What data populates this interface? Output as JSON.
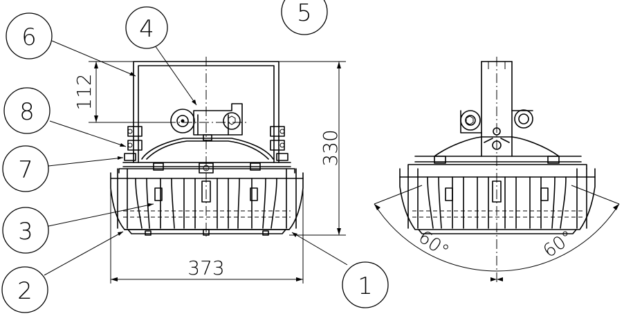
{
  "balloons": [
    {
      "key": "b5",
      "label": "5"
    },
    {
      "key": "b6",
      "label": "6"
    },
    {
      "key": "b4",
      "label": "4"
    },
    {
      "key": "b8",
      "label": "8"
    },
    {
      "key": "b7",
      "label": "7"
    },
    {
      "key": "b3",
      "label": "3"
    },
    {
      "key": "b2",
      "label": "2"
    },
    {
      "key": "b1",
      "label": "1"
    }
  ],
  "dimensions": {
    "arm_height": "112",
    "total_height": "330",
    "width": "373"
  },
  "angles": {
    "left": "60°",
    "right": "60°"
  }
}
